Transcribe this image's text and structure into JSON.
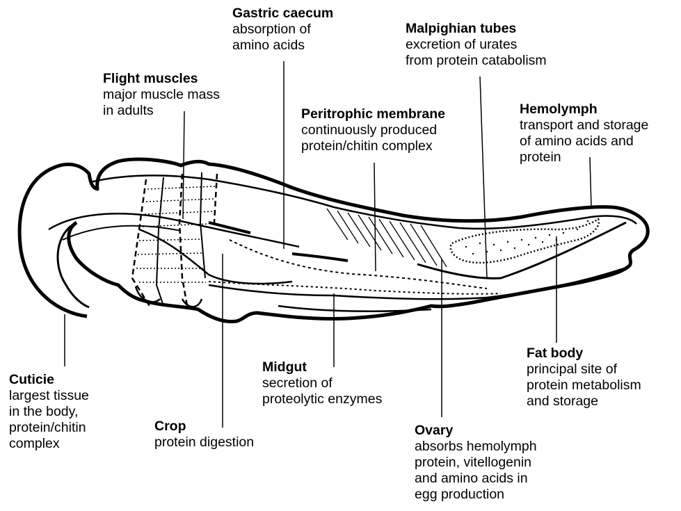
{
  "labels": [
    {
      "id": "gastric-caecum",
      "title": "Gastric caecum",
      "lines": [
        "absorption of",
        "amino acids"
      ]
    },
    {
      "id": "malpighian-tubes",
      "title": "Malpighian tubes",
      "lines": [
        "excretion of urates",
        "from protein catabolism"
      ]
    },
    {
      "id": "flight-muscles",
      "title": "Flight muscles",
      "lines": [
        "major muscle mass",
        "in adults"
      ]
    },
    {
      "id": "peritrophic-membrane",
      "title": "Peritrophic membrane",
      "lines": [
        "continuously produced",
        "protein/chitin complex"
      ]
    },
    {
      "id": "hemolymph",
      "title": "Hemolymph",
      "lines": [
        "transport and storage",
        "of amino acids and",
        "protein"
      ]
    },
    {
      "id": "cuticle",
      "title": "Cuticie",
      "lines": [
        "largest tissue",
        "in the body,",
        "protein/chitin",
        "complex"
      ]
    },
    {
      "id": "crop",
      "title": "Crop",
      "lines": [
        "protein digestion"
      ]
    },
    {
      "id": "midgut",
      "title": "Midgut",
      "lines": [
        "secretion of",
        "proteolytic enzymes"
      ]
    },
    {
      "id": "fat-body",
      "title": "Fat body",
      "lines": [
        "principal site of",
        "protein metabolism",
        "and storage"
      ]
    },
    {
      "id": "ovary",
      "title": "Ovary",
      "lines": [
        "absorbs hemolymph",
        "protein, vitellogenin",
        "and amino acids in",
        "egg production"
      ]
    }
  ],
  "colors": {
    "ink": "#000000",
    "paper": "#ffffff"
  }
}
